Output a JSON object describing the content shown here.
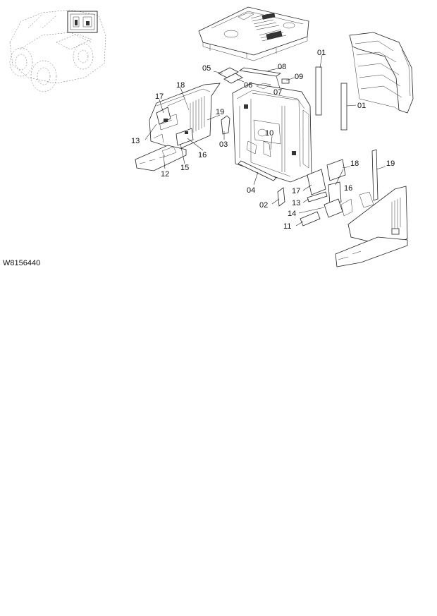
{
  "drawing_id": "W8156440",
  "callouts": {
    "c01a": "01",
    "c01b": "01",
    "c02": "02",
    "c03": "03",
    "c04": "04",
    "c05": "05",
    "c06": "06",
    "c07": "07",
    "c08": "08",
    "c09": "09",
    "c10": "10",
    "c11": "11",
    "c12": "12",
    "c13a": "13",
    "c13b": "13",
    "c14": "14",
    "c15": "15",
    "c16a": "16",
    "c16b": "16",
    "c17a": "17",
    "c17b": "17",
    "c18a": "18",
    "c18b": "18",
    "c19a": "19",
    "c19b": "19"
  }
}
